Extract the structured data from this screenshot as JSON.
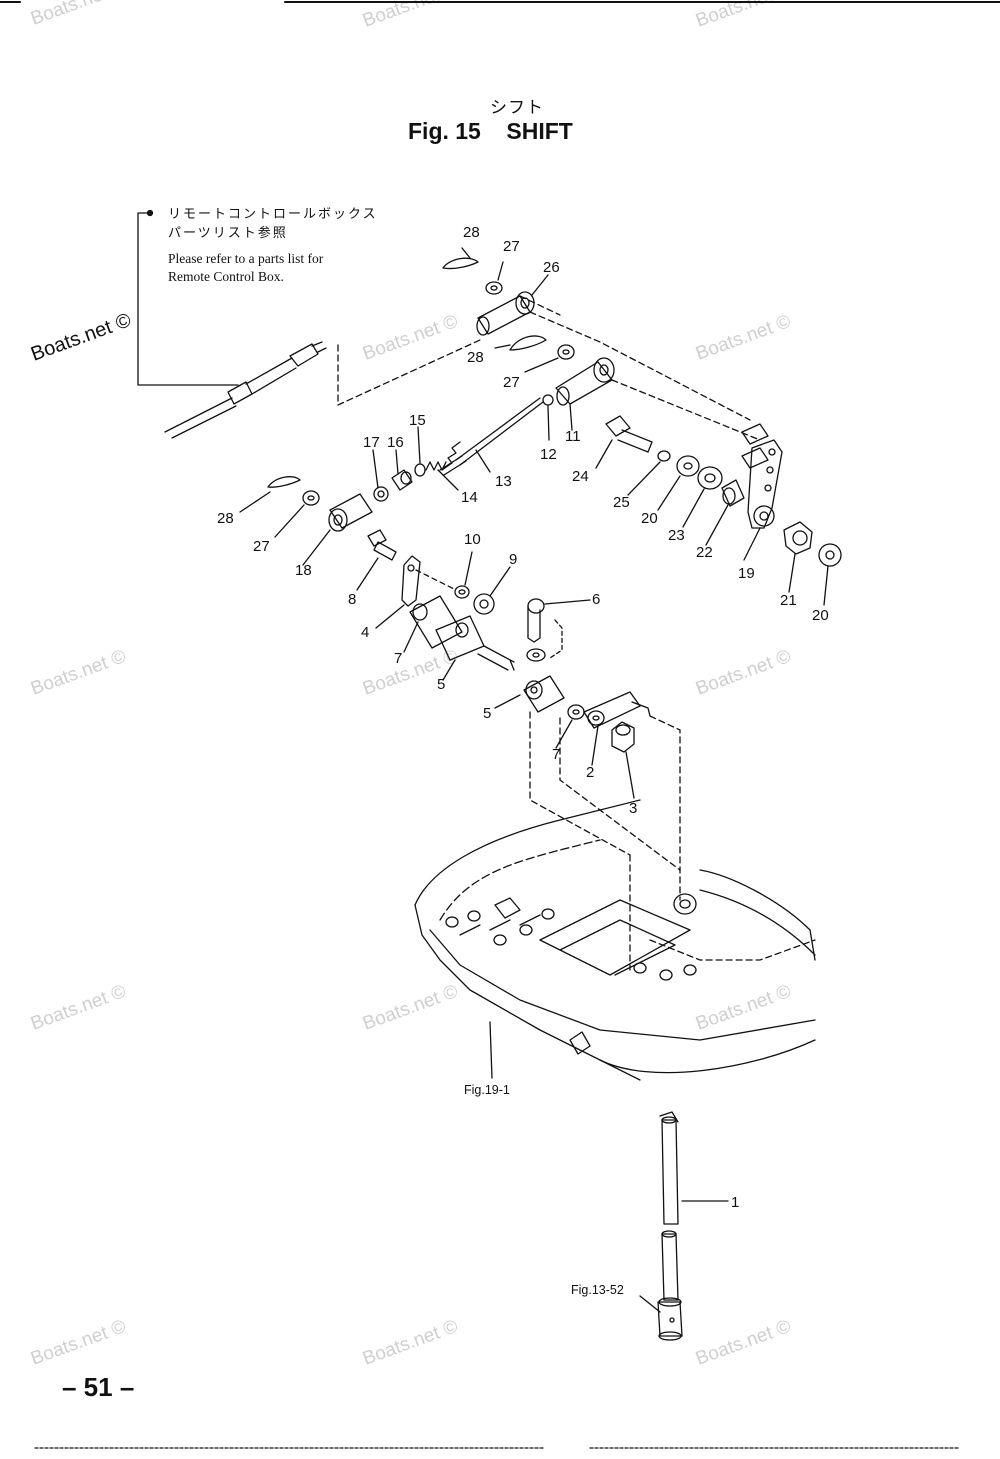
{
  "title_jp": "シフト",
  "title": "Fig. 15    SHIFT",
  "note": {
    "jp_line1": "リモートコントロールボックス",
    "jp_line2": "パーツリスト参照",
    "en_line1": "Please refer to a parts list for",
    "en_line2": "Remote Control Box."
  },
  "watermark_text": "Boats.net ©",
  "watermark_main": "Boats.net ©",
  "labels": {
    "p28a": "28",
    "p27a": "27",
    "p26": "26",
    "p28b": "28",
    "p27b": "27",
    "p15": "15",
    "p17": "17",
    "p16": "16",
    "p11": "11",
    "p12": "12",
    "p13": "13",
    "p14": "14",
    "p24": "24",
    "p25": "25",
    "p20a": "20",
    "p23": "23",
    "p22": "22",
    "p28c": "28",
    "p27c": "27",
    "p18": "18",
    "p10": "10",
    "p9": "9",
    "p8": "8",
    "p6": "6",
    "p4": "4",
    "p7a": "7",
    "p5a": "5",
    "p5b": "5",
    "p7b": "7",
    "p2": "2",
    "p3": "3",
    "p19": "19",
    "p21": "21",
    "p20b": "20",
    "p1": "1"
  },
  "refs": {
    "fig19": "Fig.19-1",
    "fig13": "Fig.13-52"
  },
  "page_number": "– 51 –"
}
